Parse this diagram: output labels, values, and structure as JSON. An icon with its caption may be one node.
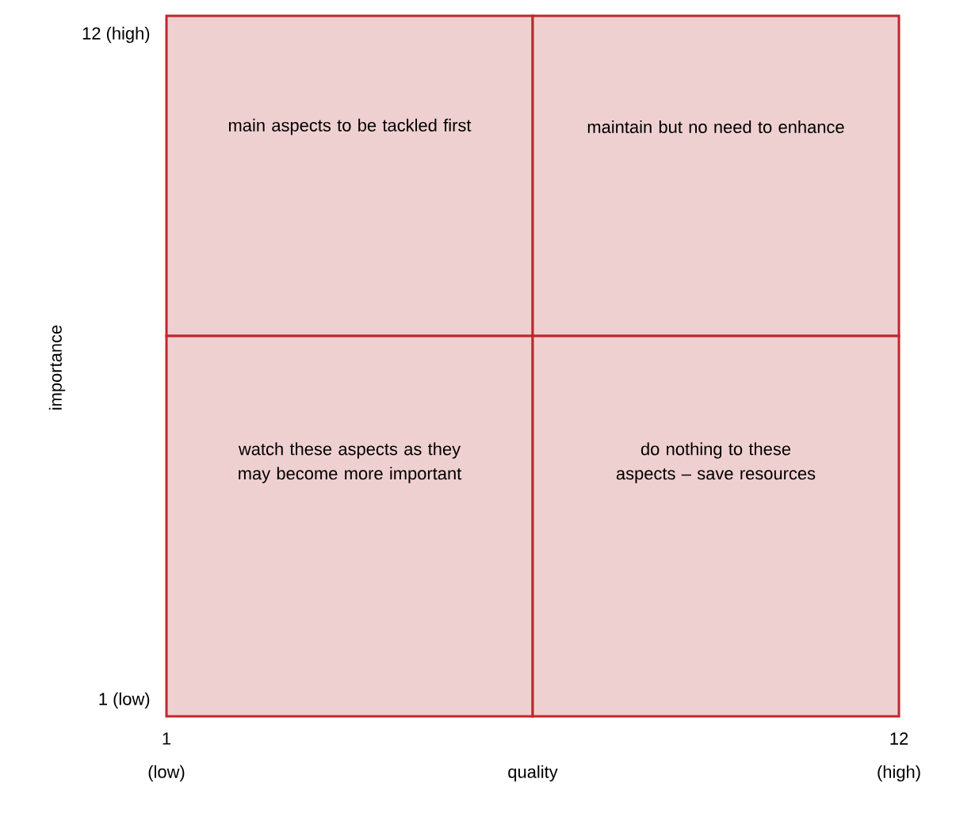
{
  "diagram": {
    "nodes": [
      {
        "text": [
          "main aspects to be tackled first"
        ]
      },
      {
        "text": [
          "maintain but no need to enhance"
        ]
      },
      {
        "text": [
          "watch these aspects as they may become more important"
        ]
      },
      {
        "text": [
          "do nothing to these aspects – save resources"
        ]
      }
    ],
    "labels": [
      "12 (high)",
      "importance",
      "1 (low)",
      "1",
      "(low)",
      "quality",
      "12",
      "(high)"
    ]
  }
}
